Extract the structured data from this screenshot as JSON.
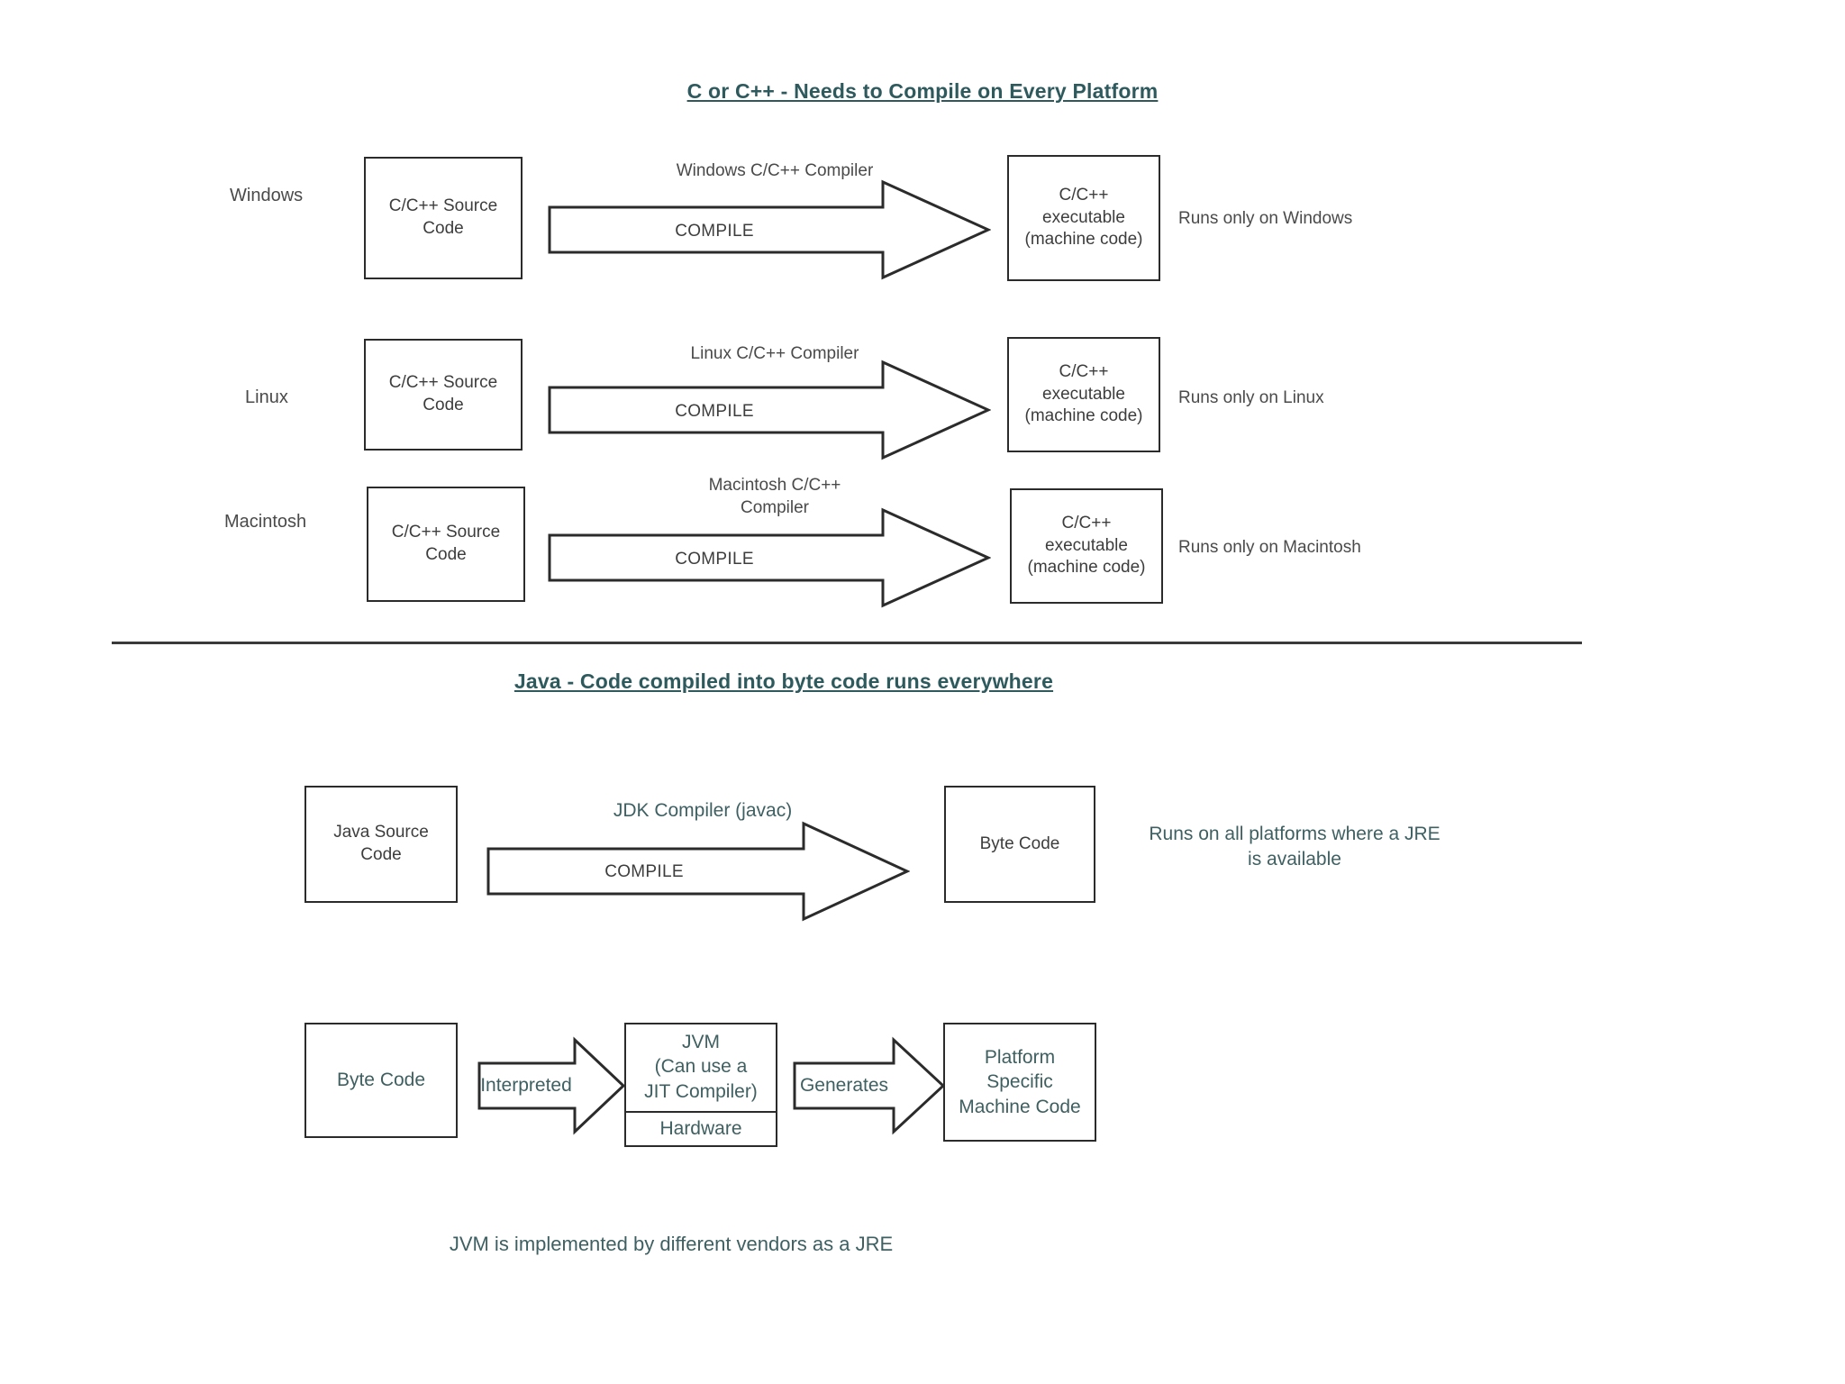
{
  "page": {
    "background": "#ffffff",
    "heading_color": "#2e5a5e",
    "teal_text_color": "#3f6062",
    "dark_text_color": "#3d3d3d",
    "stroke_color": "#2b2b2b"
  },
  "section_c": {
    "title": "C or C++ - Needs to Compile on Every Platform",
    "arrow_action_label": "COMPILE",
    "rows": [
      {
        "platform": "Windows",
        "source_box": "C/C++ Source\nCode",
        "compiler_label": "Windows C/C++ Compiler",
        "action": "COMPILE",
        "output_box": "C/C++\nexecutable\n(machine code)",
        "note": "Runs only on Windows"
      },
      {
        "platform": "Linux",
        "source_box": "C/C++ Source\nCode",
        "compiler_label": "Linux C/C++ Compiler",
        "action": "COMPILE",
        "output_box": "C/C++\nexecutable\n(machine code)",
        "note": "Runs only on Linux"
      },
      {
        "platform": "Macintosh",
        "source_box": "C/C++ Source\nCode",
        "compiler_label": "Macintosh C/C++\nCompiler",
        "action": "COMPILE",
        "output_box": "C/C++\nexecutable\n(machine code)",
        "note": "Runs only on Macintosh"
      }
    ]
  },
  "section_java": {
    "title": "Java - Code compiled into byte code runs everywhere",
    "compile_row": {
      "source_box": "Java Source\nCode",
      "compiler_label": "JDK Compiler (javac)",
      "action": "COMPILE",
      "output_box": "Byte Code",
      "note": "Runs on all platforms where a JRE\nis available"
    },
    "runtime_row": {
      "input_box": "Byte Code",
      "arrow1_label": "Interpreted",
      "jvm_box_upper": "JVM\n(Can use a\nJIT Compiler)",
      "jvm_box_lower": "Hardware",
      "arrow2_label": "Generates",
      "output_box": "Platform\nSpecific\nMachine Code"
    },
    "footer_note": "JVM is implemented by different vendors as a JRE"
  }
}
